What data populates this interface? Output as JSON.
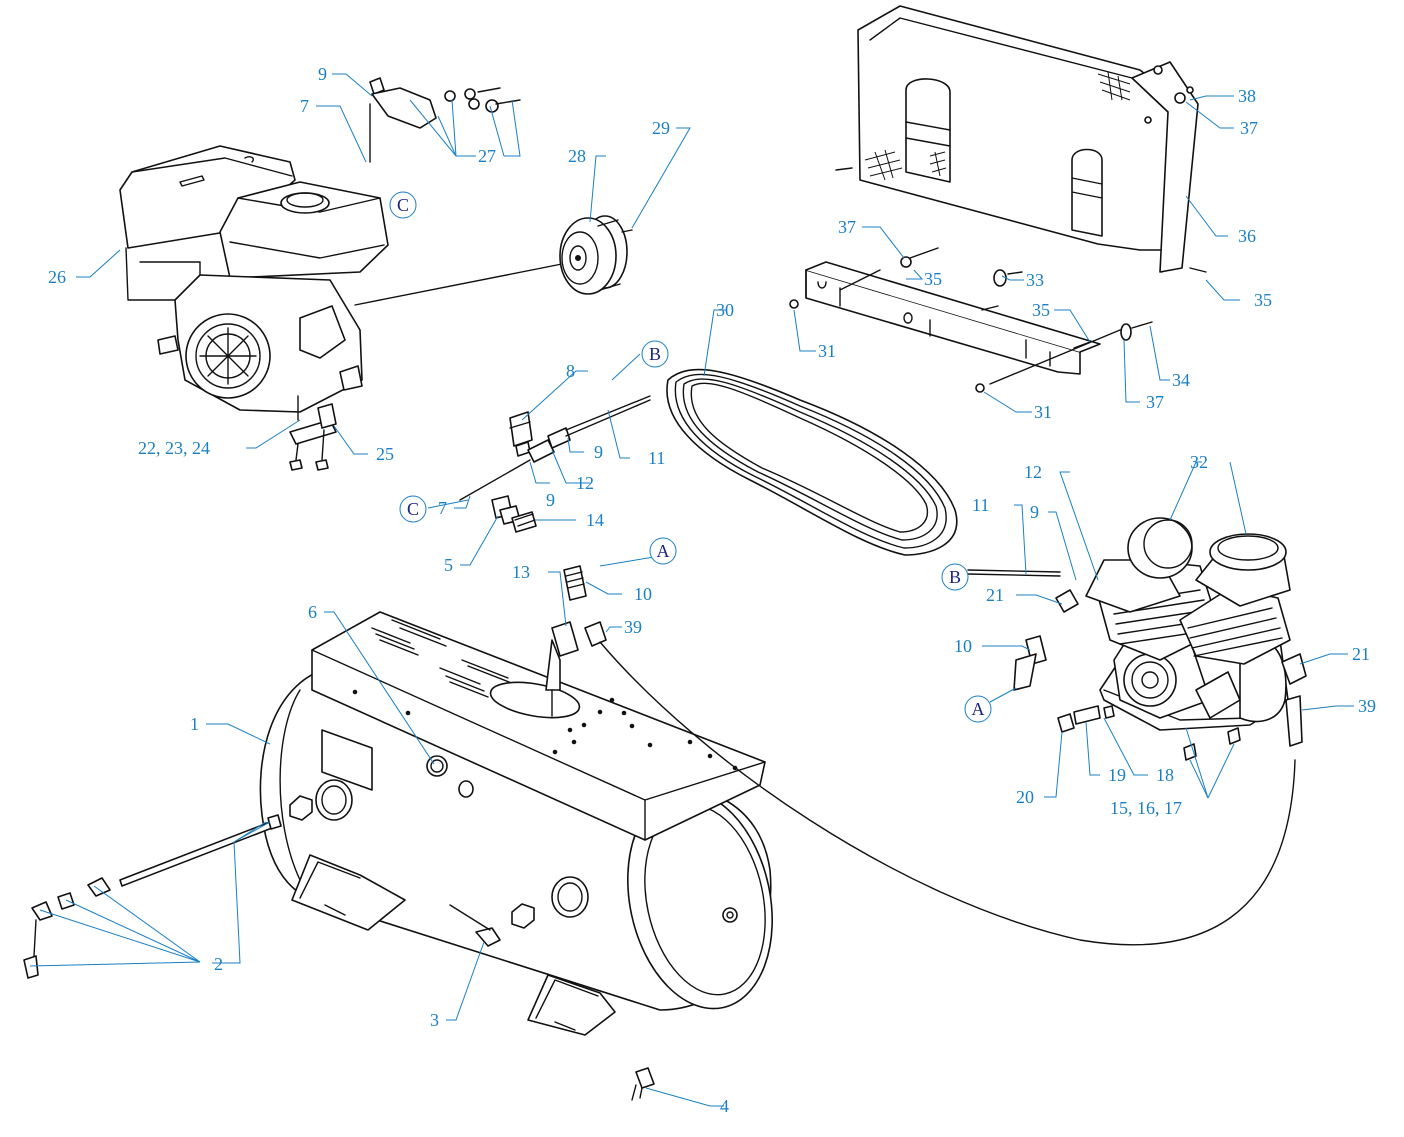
{
  "labels": {
    "l1": "1",
    "l2": "2",
    "l3": "3",
    "l4": "4",
    "l5": "5",
    "l6": "6",
    "l7a": "7",
    "l7b": "7",
    "l8": "8",
    "l9a": "9",
    "l9b": "9",
    "l9c": "9",
    "l9d": "9",
    "l10a": "10",
    "l10b": "10",
    "l11a": "11",
    "l11b": "11",
    "l12a": "12",
    "l12b": "12",
    "l13": "13",
    "l14": "14",
    "l15": "15, 16, 17",
    "l18": "18",
    "l19": "19",
    "l20": "20",
    "l21a": "21",
    "l21b": "21",
    "l22": "22, 23, 24",
    "l25": "25",
    "l26": "26",
    "l27": "27",
    "l28": "28",
    "l29": "29",
    "l30": "30",
    "l31a": "31",
    "l31b": "31",
    "l32": "32",
    "l33": "33",
    "l34": "34",
    "l35a": "35",
    "l35b": "35",
    "l35c": "35",
    "l36": "36",
    "l37a": "37",
    "l37b": "37",
    "l37c": "37",
    "l38": "38",
    "l39a": "39",
    "l39b": "39"
  },
  "connectors": {
    "a_top": "A",
    "a_pump": "A",
    "b_top": "B",
    "b_pump": "B",
    "c_engine": "C",
    "c_mid": "C"
  },
  "colors": {
    "callout": "#1a7fc4",
    "connector_text": "#1a237e",
    "linework": "#111111"
  }
}
